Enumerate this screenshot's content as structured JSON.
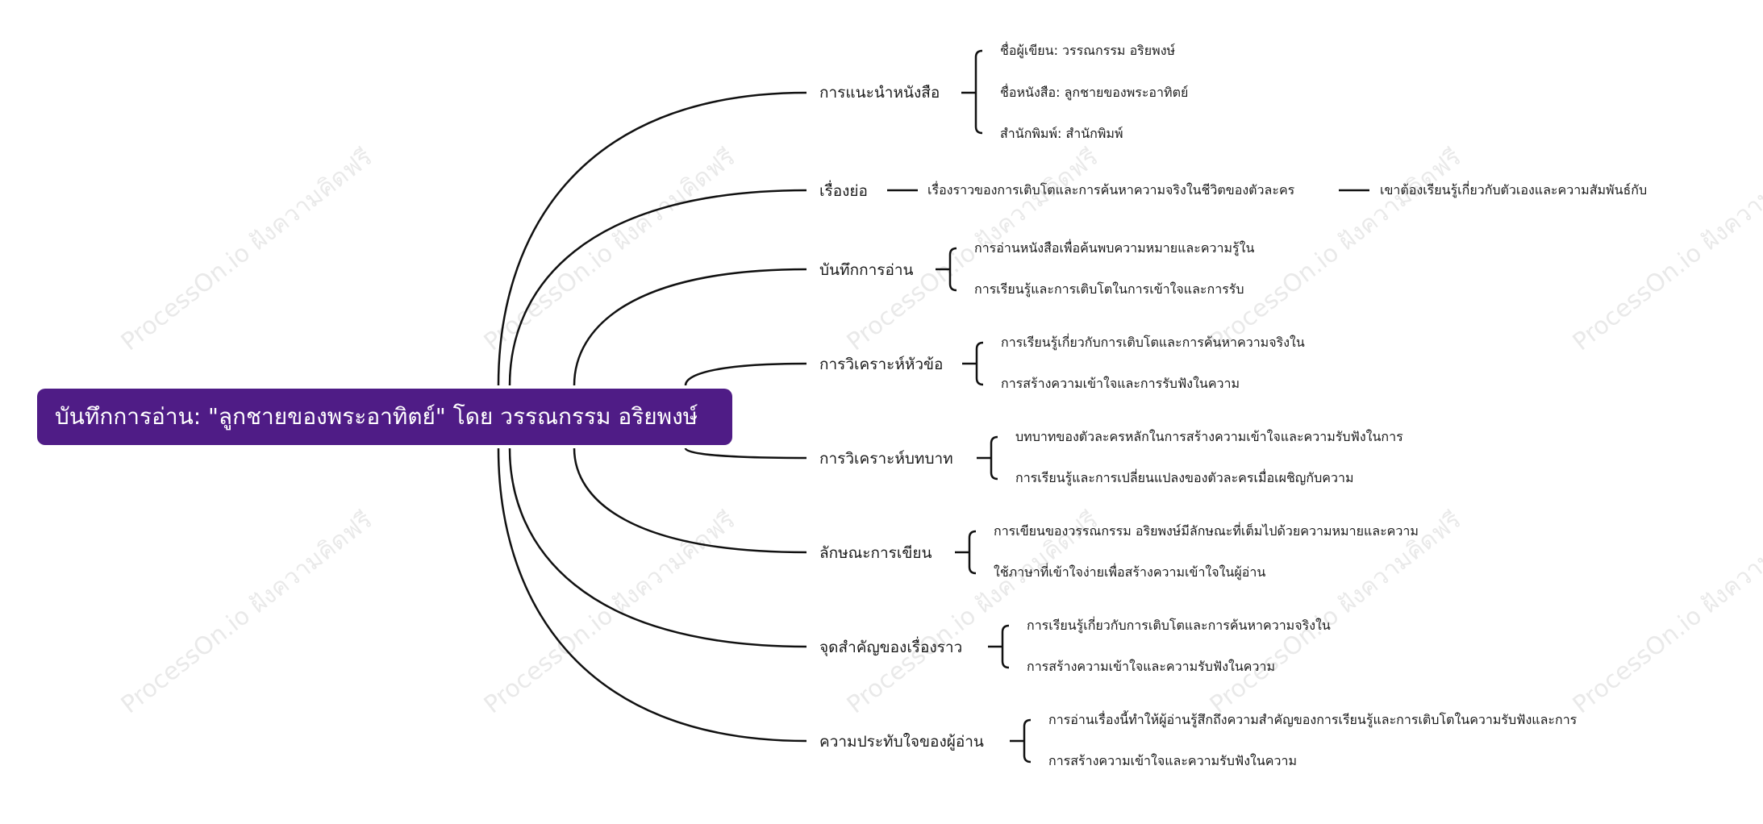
{
  "watermark": "ProcessOn.io ฝังความคิดฟรี",
  "root": {
    "label": "บันทึกการอ่าน: \"ลูกชายของพระอาทิตย์\" โดย วรรณกรรม อริยพงษ์",
    "color": "#4f1c86"
  },
  "branches": [
    {
      "label": "การแนะนำหนังสือ",
      "children": [
        "ชื่อผู้เขียน: วรรณกรรม อริยพงษ์",
        "ชื่อหนังสือ: ลูกชายของพระอาทิตย์",
        "สำนักพิมพ์: สำนักพิมพ์"
      ]
    },
    {
      "label": "เรื่องย่อ",
      "chain": [
        "เรื่องราวของการเติบโตและการค้นหาความจริงในชีวิตของตัวละคร",
        "เขาต้องเรียนรู้เกี่ยวกับตัวเองและความสัมพันธ์กับ"
      ]
    },
    {
      "label": "บันทึกการอ่าน",
      "children": [
        "การอ่านหนังสือเพื่อค้นพบความหมายและความรู้ใน",
        "การเรียนรู้และการเติบโตในการเข้าใจและการรับ"
      ]
    },
    {
      "label": "การวิเคราะห์หัวข้อ",
      "children": [
        "การเรียนรู้เกี่ยวกับการเติบโตและการค้นหาความจริงใน",
        "การสร้างความเข้าใจและการรับฟังในความ"
      ]
    },
    {
      "label": "การวิเคราะห์บทบาท",
      "children": [
        "บทบาทของตัวละครหลักในการสร้างความเข้าใจและความรับฟังในการ",
        "การเรียนรู้และการเปลี่ยนแปลงของตัวละครเมื่อเผชิญกับความ"
      ]
    },
    {
      "label": "ลักษณะการเขียน",
      "children": [
        "การเขียนของวรรณกรรม อริยพงษ์มีลักษณะที่เต็มไปด้วยความหมายและความ",
        "ใช้ภาษาที่เข้าใจง่ายเพื่อสร้างความเข้าใจในผู้อ่าน"
      ]
    },
    {
      "label": "จุดสำคัญของเรื่องราว",
      "children": [
        "การเรียนรู้เกี่ยวกับการเติบโตและการค้นหาความจริงใน",
        "การสร้างความเข้าใจและความรับฟังในความ"
      ]
    },
    {
      "label": "ความประทับใจของผู้อ่าน",
      "children": [
        "การอ่านเรื่องนี้ทำให้ผู้อ่านรู้สึกถึงความสำคัญของการเรียนรู้และการเติบโตในความรับฟังและการ",
        "การสร้างความเข้าใจและความรับฟังในความ"
      ]
    }
  ]
}
